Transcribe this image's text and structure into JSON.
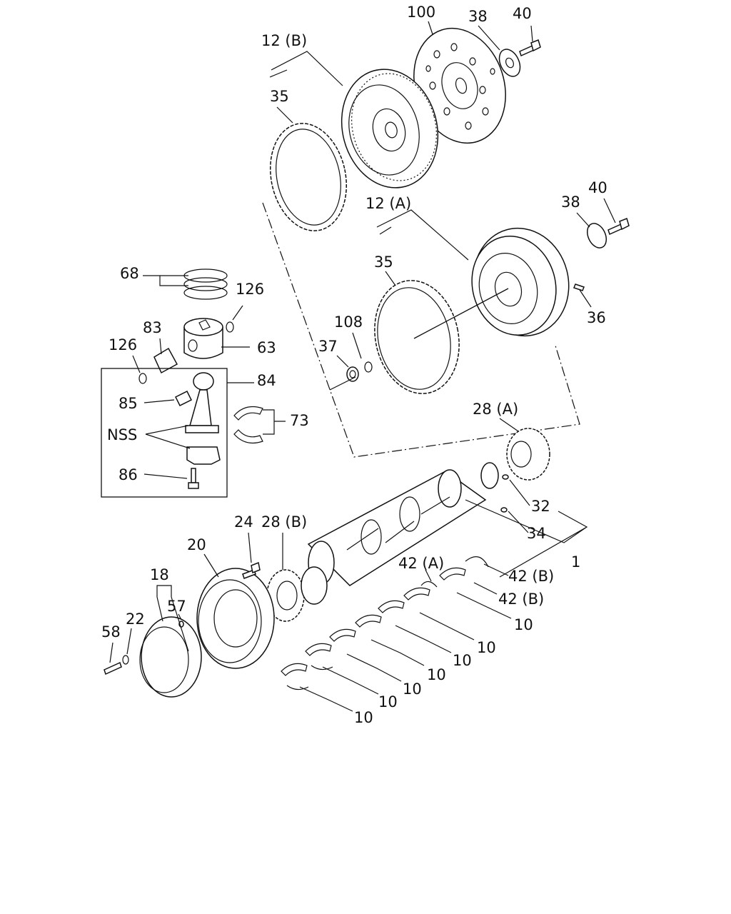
{
  "labels": {
    "l_12b": "12 (B)",
    "l_100": "100",
    "l_38_top": "38",
    "l_40_top": "40",
    "l_35_top": "35",
    "l_12a": "12 (A)",
    "l_40_mid": "40",
    "l_38_mid": "38",
    "l_35_mid": "35",
    "l_68": "68",
    "l_126_right": "126",
    "l_83": "83",
    "l_126_left": "126",
    "l_63": "63",
    "l_108": "108",
    "l_37": "37",
    "l_36": "36",
    "l_84": "84",
    "l_85": "85",
    "l_73": "73",
    "l_nss": "NSS",
    "l_86": "86",
    "l_28a": "28 (A)",
    "l_32": "32",
    "l_34": "34",
    "l_1": "1",
    "l_24": "24",
    "l_28b": "28 (B)",
    "l_20": "20",
    "l_18": "18",
    "l_57": "57",
    "l_42a": "42 (A)",
    "l_42b_1": "42 (B)",
    "l_42b_2": "42 (B)",
    "l_58": "58",
    "l_22": "22",
    "l_10_1": "10",
    "l_10_2": "10",
    "l_10_3": "10",
    "l_10_4": "10",
    "l_10_5": "10",
    "l_10_6": "10",
    "l_10_7": "10"
  }
}
